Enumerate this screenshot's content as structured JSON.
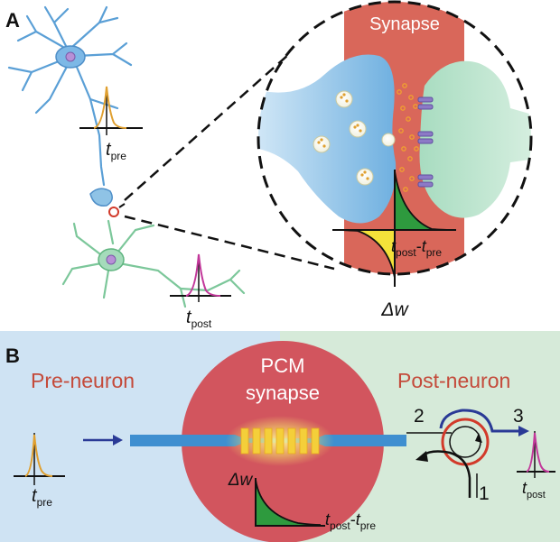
{
  "panel_a": {
    "label": "A",
    "synapse_label": "Synapse",
    "t_pre": {
      "t": "t",
      "sub": "pre"
    },
    "t_post": {
      "t": "t",
      "sub": "post"
    },
    "delta_axis": {
      "t1": "t",
      "s1": "post",
      "mid": "-",
      "t2": "t",
      "s2": "pre"
    },
    "delta_w": "Δw"
  },
  "panel_b": {
    "label": "B",
    "pre_neuron": "Pre-neuron",
    "post_neuron": "Post-neuron",
    "pcm_line1": "PCM",
    "pcm_line2": "synapse",
    "delta_w": "Δw",
    "delta_axis": {
      "t1": "t",
      "s1": "post",
      "mid": "-",
      "t2": "t",
      "s2": "pre"
    },
    "t_pre": {
      "t": "t",
      "sub": "pre"
    },
    "t_post": {
      "t": "t",
      "sub": "post"
    },
    "port_1": "1",
    "port_2": "2",
    "port_3": "3"
  },
  "colors": {
    "synapse_band": "#d9675a",
    "pre_terminal": "#8fc3e6",
    "post_terminal": "#bfe3cf",
    "spike_pre": "#e0a030",
    "spike_post": "#c2389a",
    "panel_b_left": "#cfe3f3",
    "panel_b_right": "#d6ead9",
    "pcm_circle": "#d2555e",
    "waveguide": "#3f8fd0",
    "ring": "#d23a2a",
    "green_fill": "#2e9a3e",
    "yellow_fill": "#f4e23a"
  }
}
